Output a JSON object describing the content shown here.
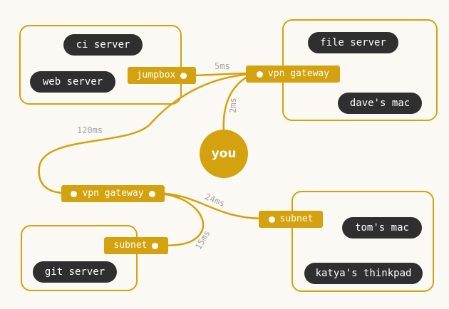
{
  "groups": {
    "top_left": {
      "nodes": [
        "ci server",
        "web server"
      ]
    },
    "top_right": {
      "nodes": [
        "file server",
        "dave's mac"
      ]
    },
    "bottom_left": {
      "nodes": [
        "git server"
      ]
    },
    "bottom_right": {
      "nodes": [
        "tom's mac",
        "katya's thinkpad"
      ]
    }
  },
  "connectors": {
    "jumpbox": "jumpbox",
    "vpn_gateway_top": "vpn gateway",
    "vpn_gateway_bottom": "vpn gateway",
    "subnet_left": "subnet",
    "subnet_right": "subnet"
  },
  "you": "you",
  "latencies": {
    "jumpbox_to_vpn": "5ms",
    "you_to_vpn": "2ms",
    "vpn_to_vpn": "120ms",
    "vpn_to_subnet_right": "24ms",
    "vpn_to_subnet_left": "15ms"
  },
  "colors": {
    "accent": "#d4a20e",
    "node": "#2f2f2f",
    "latency_text": "#a3a3a3",
    "background": "#fbf9f3"
  }
}
